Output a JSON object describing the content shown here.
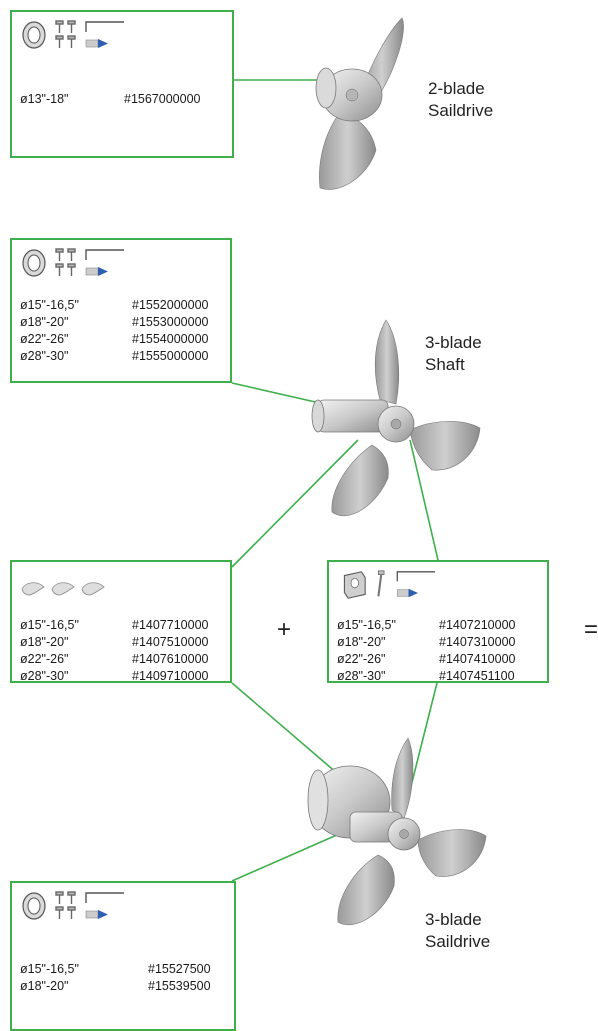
{
  "colors": {
    "accent": "#3db04b",
    "arrow": "#2f5fb3"
  },
  "products": {
    "two_blade_saildrive": {
      "label_line1": "2-blade",
      "label_line2": "Saildrive",
      "icons": [
        "collar-ring-icon",
        "screws-icon",
        "allen-key-icon"
      ],
      "rows": [
        {
          "size": "ø13\"-18\"",
          "part": "#1567000000"
        }
      ]
    },
    "three_blade_shaft": {
      "label_line1": "3-blade",
      "label_line2": "Shaft",
      "icons": [
        "collar-ring-icon",
        "screws-icon",
        "allen-key-icon"
      ],
      "rows": [
        {
          "size": "ø15\"-16,5\"",
          "part": "#1552000000"
        },
        {
          "size": "ø18\"-20\"",
          "part": "#1553000000"
        },
        {
          "size": "ø22\"-26\"",
          "part": "#1554000000"
        },
        {
          "size": "ø28\"-30\"",
          "part": "#1555000000"
        }
      ]
    },
    "blade_set": {
      "icons": [
        "blade-icon",
        "blade-icon",
        "blade-icon"
      ],
      "rows": [
        {
          "size": "ø15\"-16,5\"",
          "part": "#1407710000"
        },
        {
          "size": "ø18\"-20\"",
          "part": "#1407510000"
        },
        {
          "size": "ø22\"-26\"",
          "part": "#1407610000"
        },
        {
          "size": "ø28\"-30\"",
          "part": "#1409710000"
        }
      ]
    },
    "hub_kit": {
      "icons": [
        "hub-block-icon",
        "screw-icon",
        "allen-key-icon"
      ],
      "rows": [
        {
          "size": "ø15\"-16,5\"",
          "part": "#1407210000"
        },
        {
          "size": "ø18\"-20\"",
          "part": "#1407310000"
        },
        {
          "size": "ø22\"-26\"",
          "part": "#1407410000"
        },
        {
          "size": "ø28\"-30\"",
          "part": "#1407451100"
        }
      ]
    },
    "three_blade_saildrive": {
      "label_line1": "3-blade",
      "label_line2": "Saildrive",
      "icons": [
        "collar-ring-icon",
        "screws-icon",
        "allen-key-icon"
      ],
      "rows": [
        {
          "size": "ø15\"-16,5\"",
          "part": "#15527500"
        },
        {
          "size": "ø18\"-20\"",
          "part": "#15539500"
        }
      ]
    }
  },
  "operators": {
    "plus": "+",
    "equals": "="
  }
}
